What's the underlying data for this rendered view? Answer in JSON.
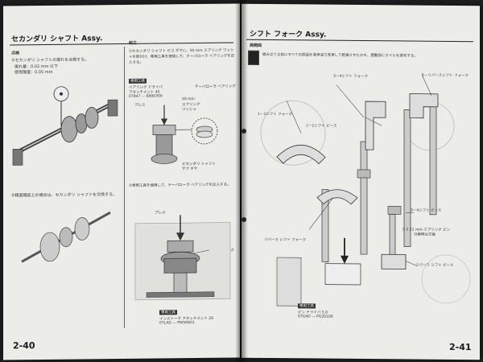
{
  "left_page": {
    "title": "セカンダリ シャフト Assy.",
    "section_inspect": "点検",
    "inspect_step1": "①セカンダリ シャフトの振れを点検する。",
    "inspect_limits": [
      "振れ量：0.02 mm 以下",
      "使用限度：0.05 mm"
    ],
    "inspect_step2": "②精度確認上の場合は、セカンダリ シャフトを交換する。",
    "section_assembly": "組立",
    "assembly_step1": "①セカンダリ シャフト セコ ギヤに、50 mm スプリング ワッシャを取付け、専用工具を使用して、テーパローラ ベアリングを圧入する。",
    "assembly_step2": "②専用工具を使用して、テーパローラ ベアリングを圧入する。",
    "tool_tag1": "専用工具",
    "tool1_name": [
      "ベアリング ドライバ",
      "アタッチメント 45",
      "07947 — 6890300"
    ],
    "label_press1": "プレス",
    "label_tapered": "テーパローラ ベアリング",
    "label_washer": [
      "50 mm",
      "スプリング",
      "ワッシャ"
    ],
    "label_secondary_gear": [
      "セカンダリ シャフト",
      "サブ ギヤ"
    ],
    "label_press2": "プレス",
    "label_tapered2": "テーパローラ ベアリング",
    "tool_tag2": "専用工具",
    "tool2_name": [
      "インストーラ アタッチメント 28",
      "07LAD — PW50601"
    ],
    "page_number": "2-40"
  },
  "right_page": {
    "title": "シフト フォーク Assy.",
    "section_disassembly": "展開図",
    "intro": "組み立てる前にすべての部品を清浄油で洗浄して乾燥させたのち、摺動部にオイルを塗布する。",
    "labels": {
      "third_fourth_fork": "3－4シフト フォーク",
      "fifth_reverse_fork": "5－リバースシフト フォーク",
      "first_second_fork": "1－2シフト フォーク",
      "first_second_piece": "1－2シフト ピース",
      "third_fourth_piece": "3－4シフト ピース",
      "spring_pin": [
        "5 X 22 mm スプリング ピン",
        "分解時は交換"
      ],
      "reverse_fork": "リバース シフト フォーク",
      "reverse_piece": "リバース シフト ピース"
    },
    "tool_tag": "専用工具",
    "tool_name": [
      "ピン ドライバ 5.0",
      "07GAD — PG20100"
    ],
    "page_number": "2-41"
  }
}
